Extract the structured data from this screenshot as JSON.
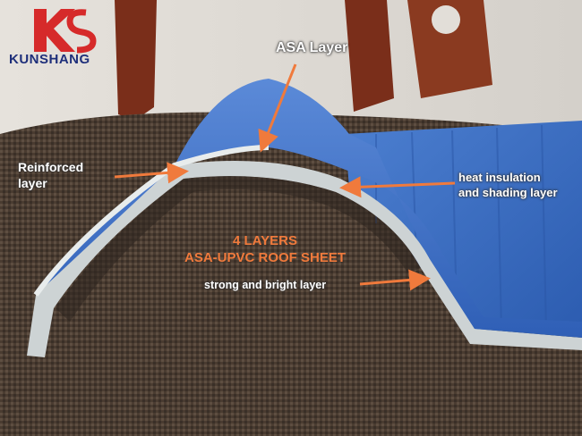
{
  "brand": {
    "name": "KUNSHANG",
    "logo_letters": "KS",
    "logo_color": "#d62a2a",
    "text_color": "#1e2f7a"
  },
  "labels": {
    "asa_layer": "ASA Layer",
    "reinforced_line1": "Reinforced",
    "reinforced_line2": "layer",
    "heat_line1": "heat insulation",
    "heat_line2": "and shading layer",
    "strong": "strong and bright layer",
    "title_line1": "4 LAYERS",
    "title_line2": "ASA-UPVC ROOF SHEET"
  },
  "colors": {
    "accent": "#f07a3c",
    "sheet_blue": "#3d6fc4",
    "core": "#c9ced0"
  }
}
